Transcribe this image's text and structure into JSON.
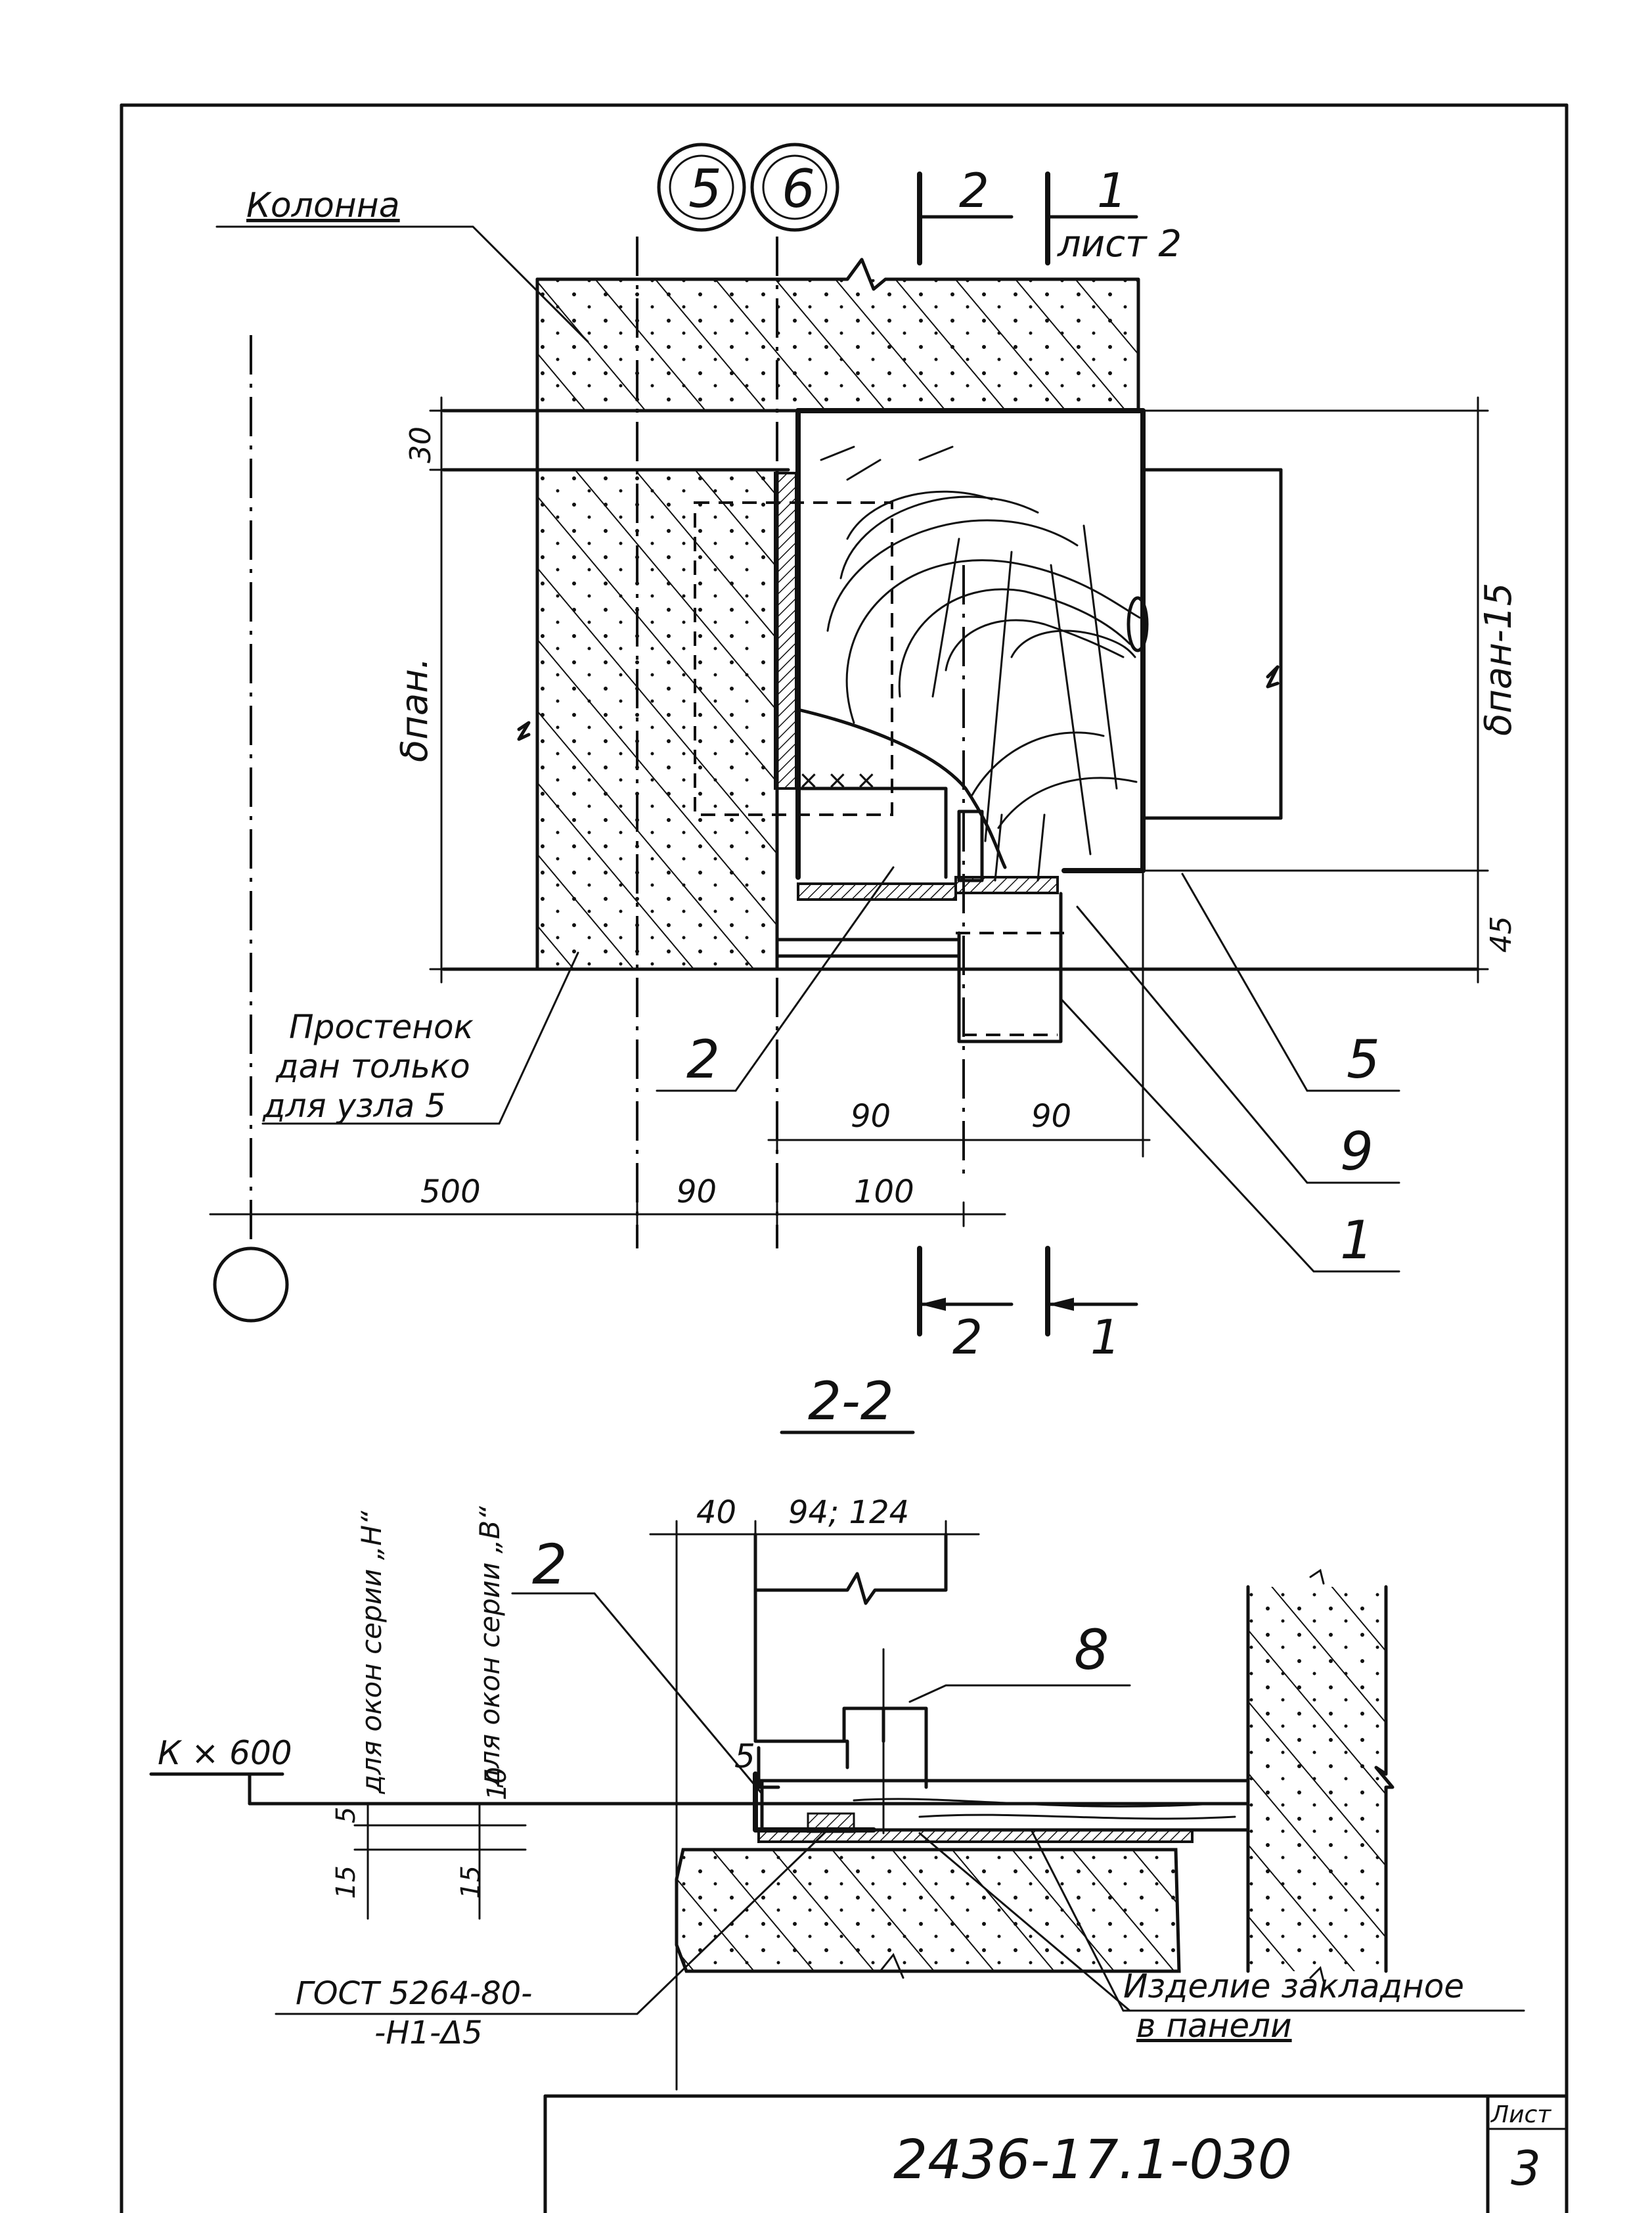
{
  "node_labels": [
    "5",
    "6"
  ],
  "section_marks": {
    "top_2": "2",
    "top_1": "1",
    "top_sheet": "лист 2",
    "bottom_2": "2",
    "bottom_1": "1"
  },
  "labels": {
    "column": "Колонна",
    "pier_line1": "Простенок",
    "pier_line2": "дан только",
    "pier_line3": "для узла 5",
    "section_title": "2-2",
    "windows_n": "для окон серии „Н“",
    "windows_v": "для окон серии „В“",
    "gost_line1": "ГОСТ 5264-80-",
    "gost_line2": "-Н1-Δ5",
    "embedded_line1": "Изделие закладное",
    "embedded_line2": "в панели",
    "level": "К × 600"
  },
  "callouts": [
    "2",
    "5",
    "9",
    "1",
    "2",
    "8",
    "5"
  ],
  "dimensions": {
    "d30": "30",
    "bpan": "δпан.",
    "bpan15": "δпан-15",
    "d45": "45",
    "d90a": "90",
    "d90b": "90",
    "d500": "500",
    "d90c": "90",
    "d100": "100",
    "d40": "40",
    "d94": "94; 124",
    "d5": "5",
    "d10": "10",
    "d15a": "15",
    "d15b": "15"
  },
  "title_block": {
    "code": "2436-17.1-030",
    "sheet_label": "Лист",
    "sheet_number": "3"
  }
}
